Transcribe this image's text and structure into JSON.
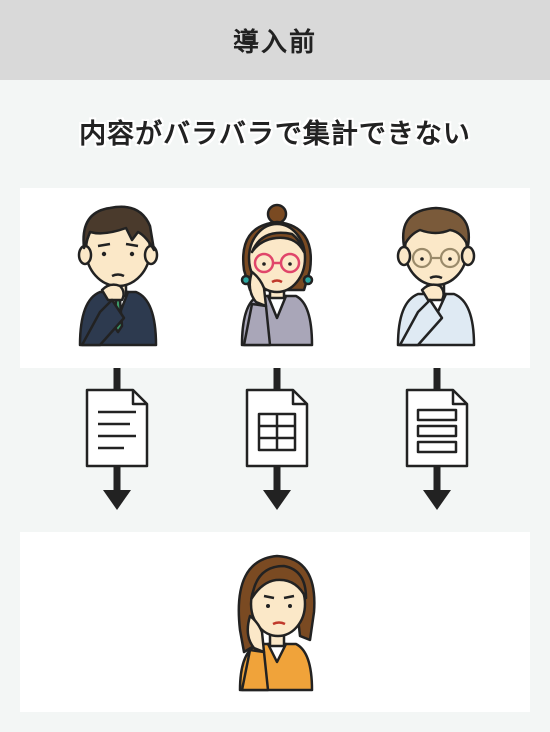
{
  "header": {
    "title": "導入前"
  },
  "main": {
    "subtitle": "内容がバラバラで集計できない"
  },
  "people": [
    {
      "role": "man-in-dark-suit",
      "document": "text-document-icon"
    },
    {
      "role": "woman-with-glasses",
      "document": "grid-document-icon"
    },
    {
      "role": "man-with-glasses",
      "document": "form-document-icon"
    }
  ],
  "recipient": {
    "role": "woman-in-orange"
  },
  "colors": {
    "header_bg": "#d9d9d9",
    "page_bg": "#f3f6f5",
    "panel_bg": "#ffffff",
    "skin": "#fbe8c8",
    "hair_dark": "#4a3a2c",
    "hair_brown": "#7a4a22",
    "suit_dark": "#2d3a4f",
    "suit_grey": "#a9a6b8",
    "shirt_light": "#dfeaf3",
    "jacket_orange": "#f0a33a",
    "arrow": "#222222"
  }
}
